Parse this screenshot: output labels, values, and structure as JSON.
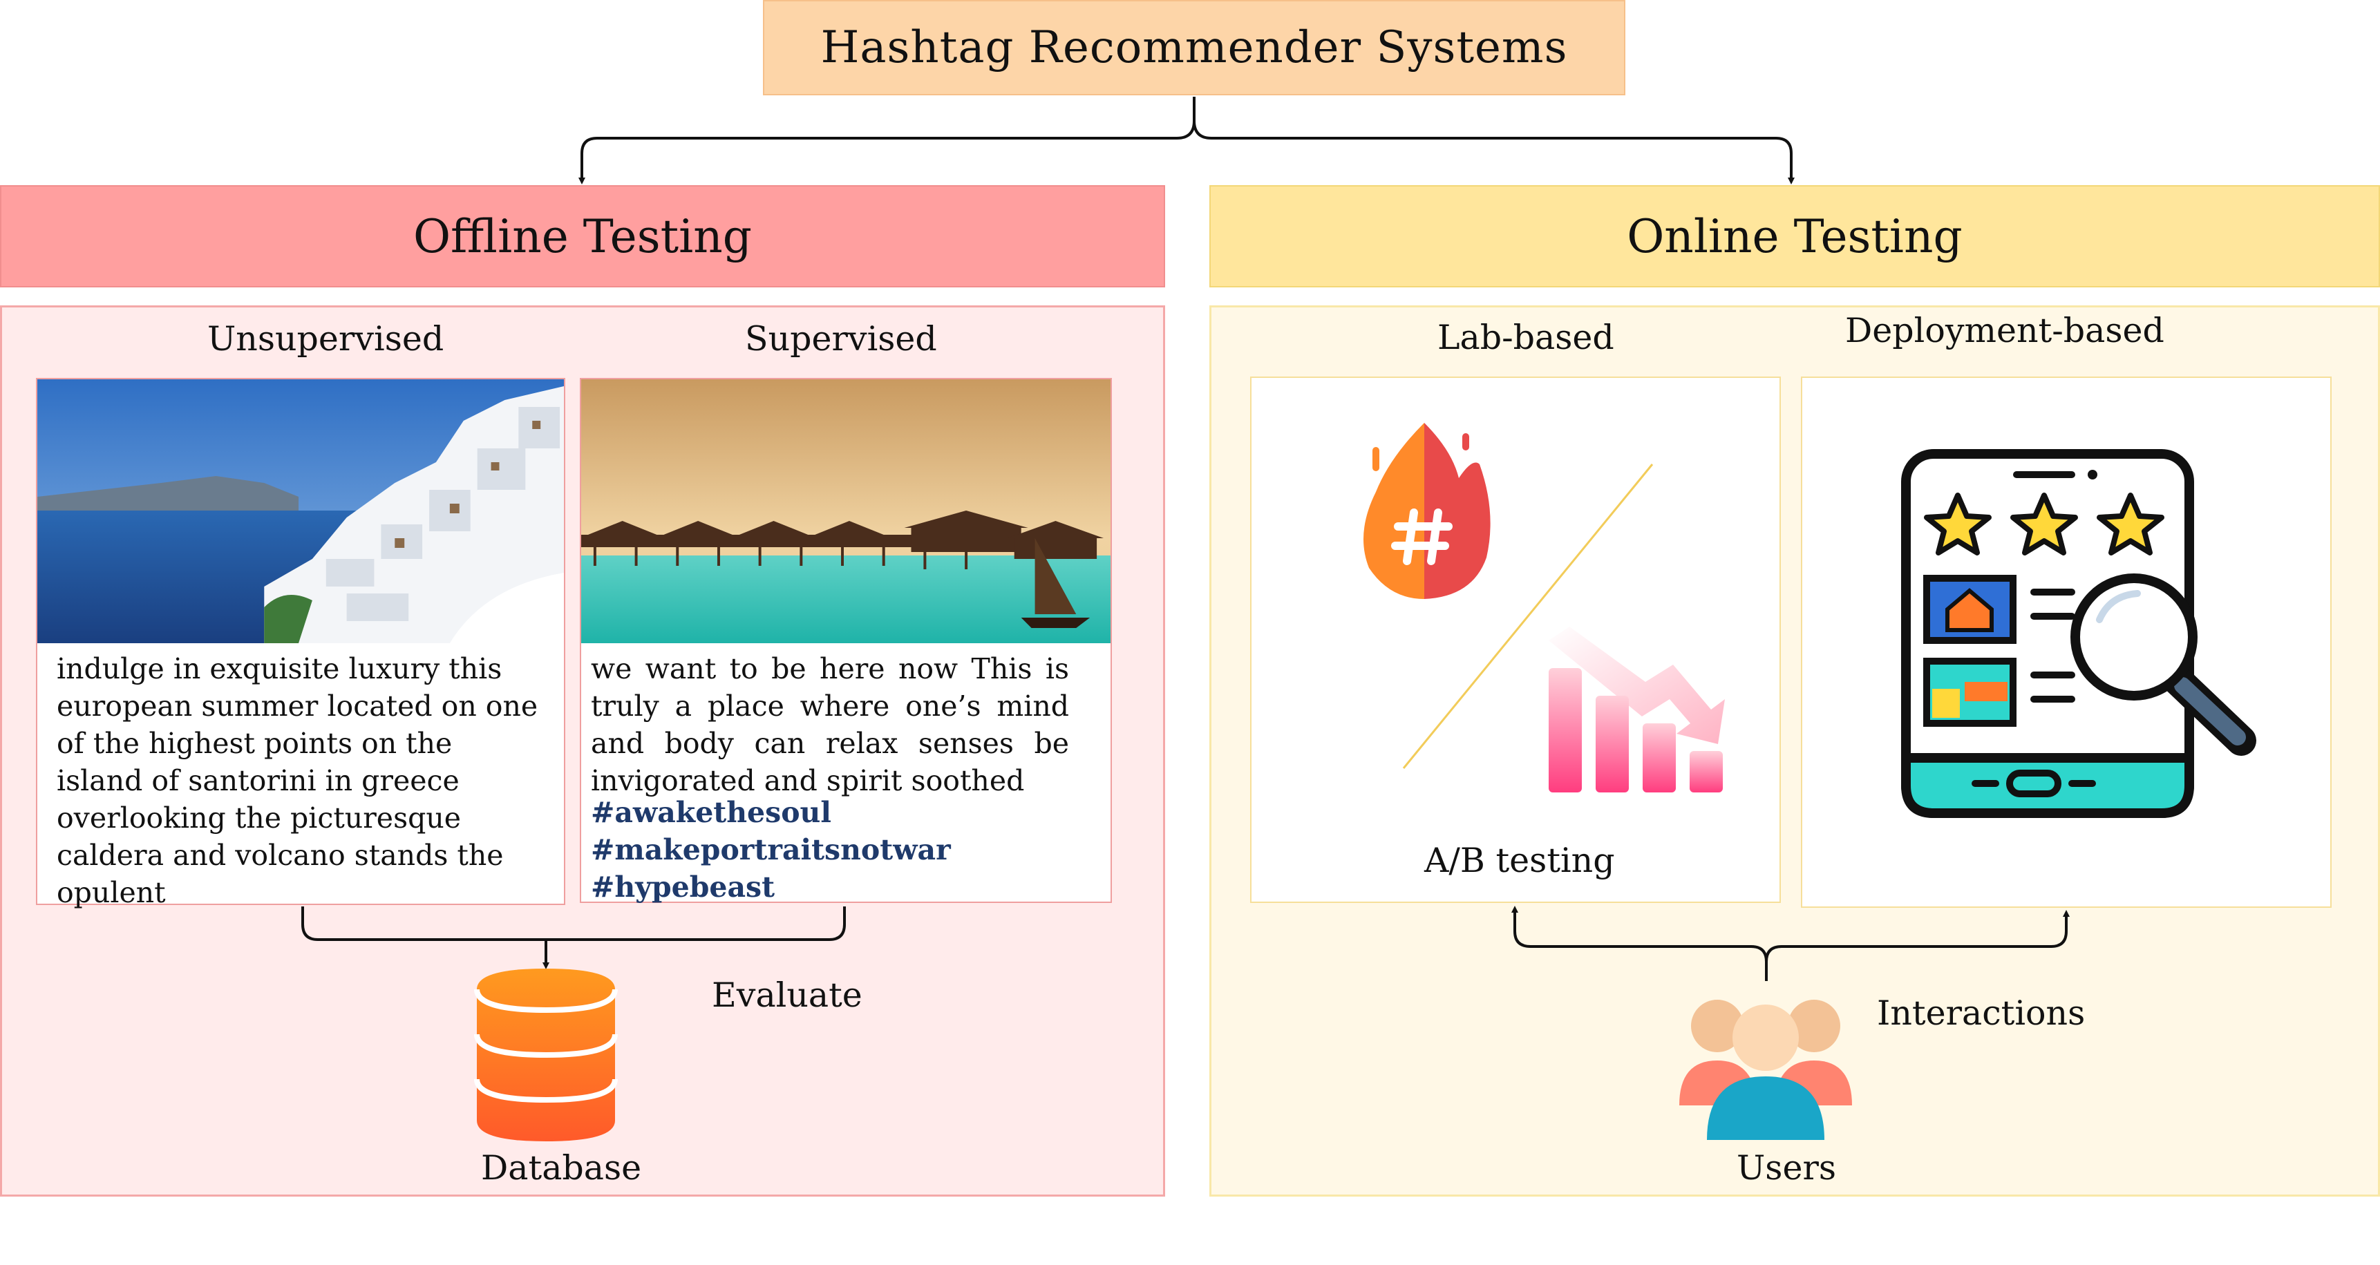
{
  "title": "Hashtag Recommender Systems",
  "offline": {
    "header": "Offline Testing",
    "unsupervised": {
      "label": "Unsupervised",
      "caption": "indulge in exquisite luxury this european summer located on one of the highest points on the island of santorini in greece overlooking the picturesque caldera and volcano stands the opulent"
    },
    "supervised": {
      "label": "Supervised",
      "caption": "we want to be here now This is truly a place where one’s mind and body can relax senses be invigorated and spirit soothed",
      "hashtags": [
        "#awakethesoul",
        "#makeportraitsnotwar",
        "#hypebeast"
      ]
    },
    "evaluate_label": "Evaluate",
    "database_label": "Database"
  },
  "online": {
    "header": "Online Testing",
    "lab": {
      "label": "Lab-based",
      "caption": "A/B testing"
    },
    "deployment": {
      "label": "Deployment-based"
    },
    "interactions_label": "Interactions",
    "users_label": "Users"
  },
  "icons": {
    "hashtag_flame": "hashtag-flame-icon",
    "decline_chart": "declining-bar-chart-icon",
    "tablet_review": "tablet-review-search-icon",
    "database": "database-icon",
    "users": "users-group-icon"
  },
  "colors": {
    "title_fill": "#fdd5a8",
    "offline_header": "#ff9f9f",
    "offline_panel": "#ffebeb",
    "online_header": "#ffe69c",
    "online_panel": "#fff8e6",
    "hashtag_text": "#1f3a6b"
  }
}
